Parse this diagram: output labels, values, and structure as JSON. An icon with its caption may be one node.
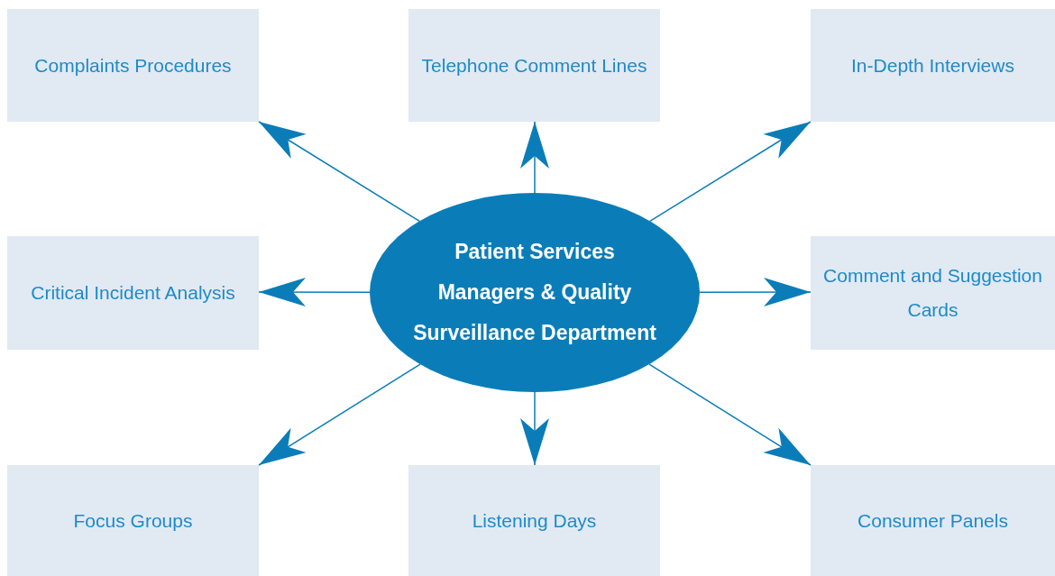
{
  "diagram": {
    "nodes": [
      {
        "text": [
          "Complaints Procedures"
        ]
      },
      {
        "text": [
          "Telephone Comment Lines"
        ]
      },
      {
        "text": [
          "In-Depth Interviews"
        ]
      },
      {
        "text": [
          "Critical Incident Analysis"
        ]
      },
      {
        "text": [
          "Patient Services Managers & Quality Surveillance Department"
        ]
      },
      {
        "text": [
          "Comment and Suggestion Cards"
        ]
      },
      {
        "text": [
          "Focus Groups"
        ]
      },
      {
        "text": [
          "Listening Days"
        ]
      },
      {
        "text": [
          "Consumer Panels"
        ]
      }
    ],
    "edges": [
      {
        "from": 4,
        "to": 0,
        "arrow": "to"
      },
      {
        "from": 4,
        "to": 1,
        "arrow": "to"
      },
      {
        "from": 4,
        "to": 2,
        "arrow": "to"
      },
      {
        "from": 4,
        "to": 3,
        "arrow": "to"
      },
      {
        "from": 4,
        "to": 5,
        "arrow": "to"
      },
      {
        "from": 4,
        "to": 6,
        "arrow": "to"
      },
      {
        "from": 4,
        "to": 7,
        "arrow": "to"
      },
      {
        "from": 4,
        "to": 8,
        "arrow": "to"
      }
    ]
  }
}
